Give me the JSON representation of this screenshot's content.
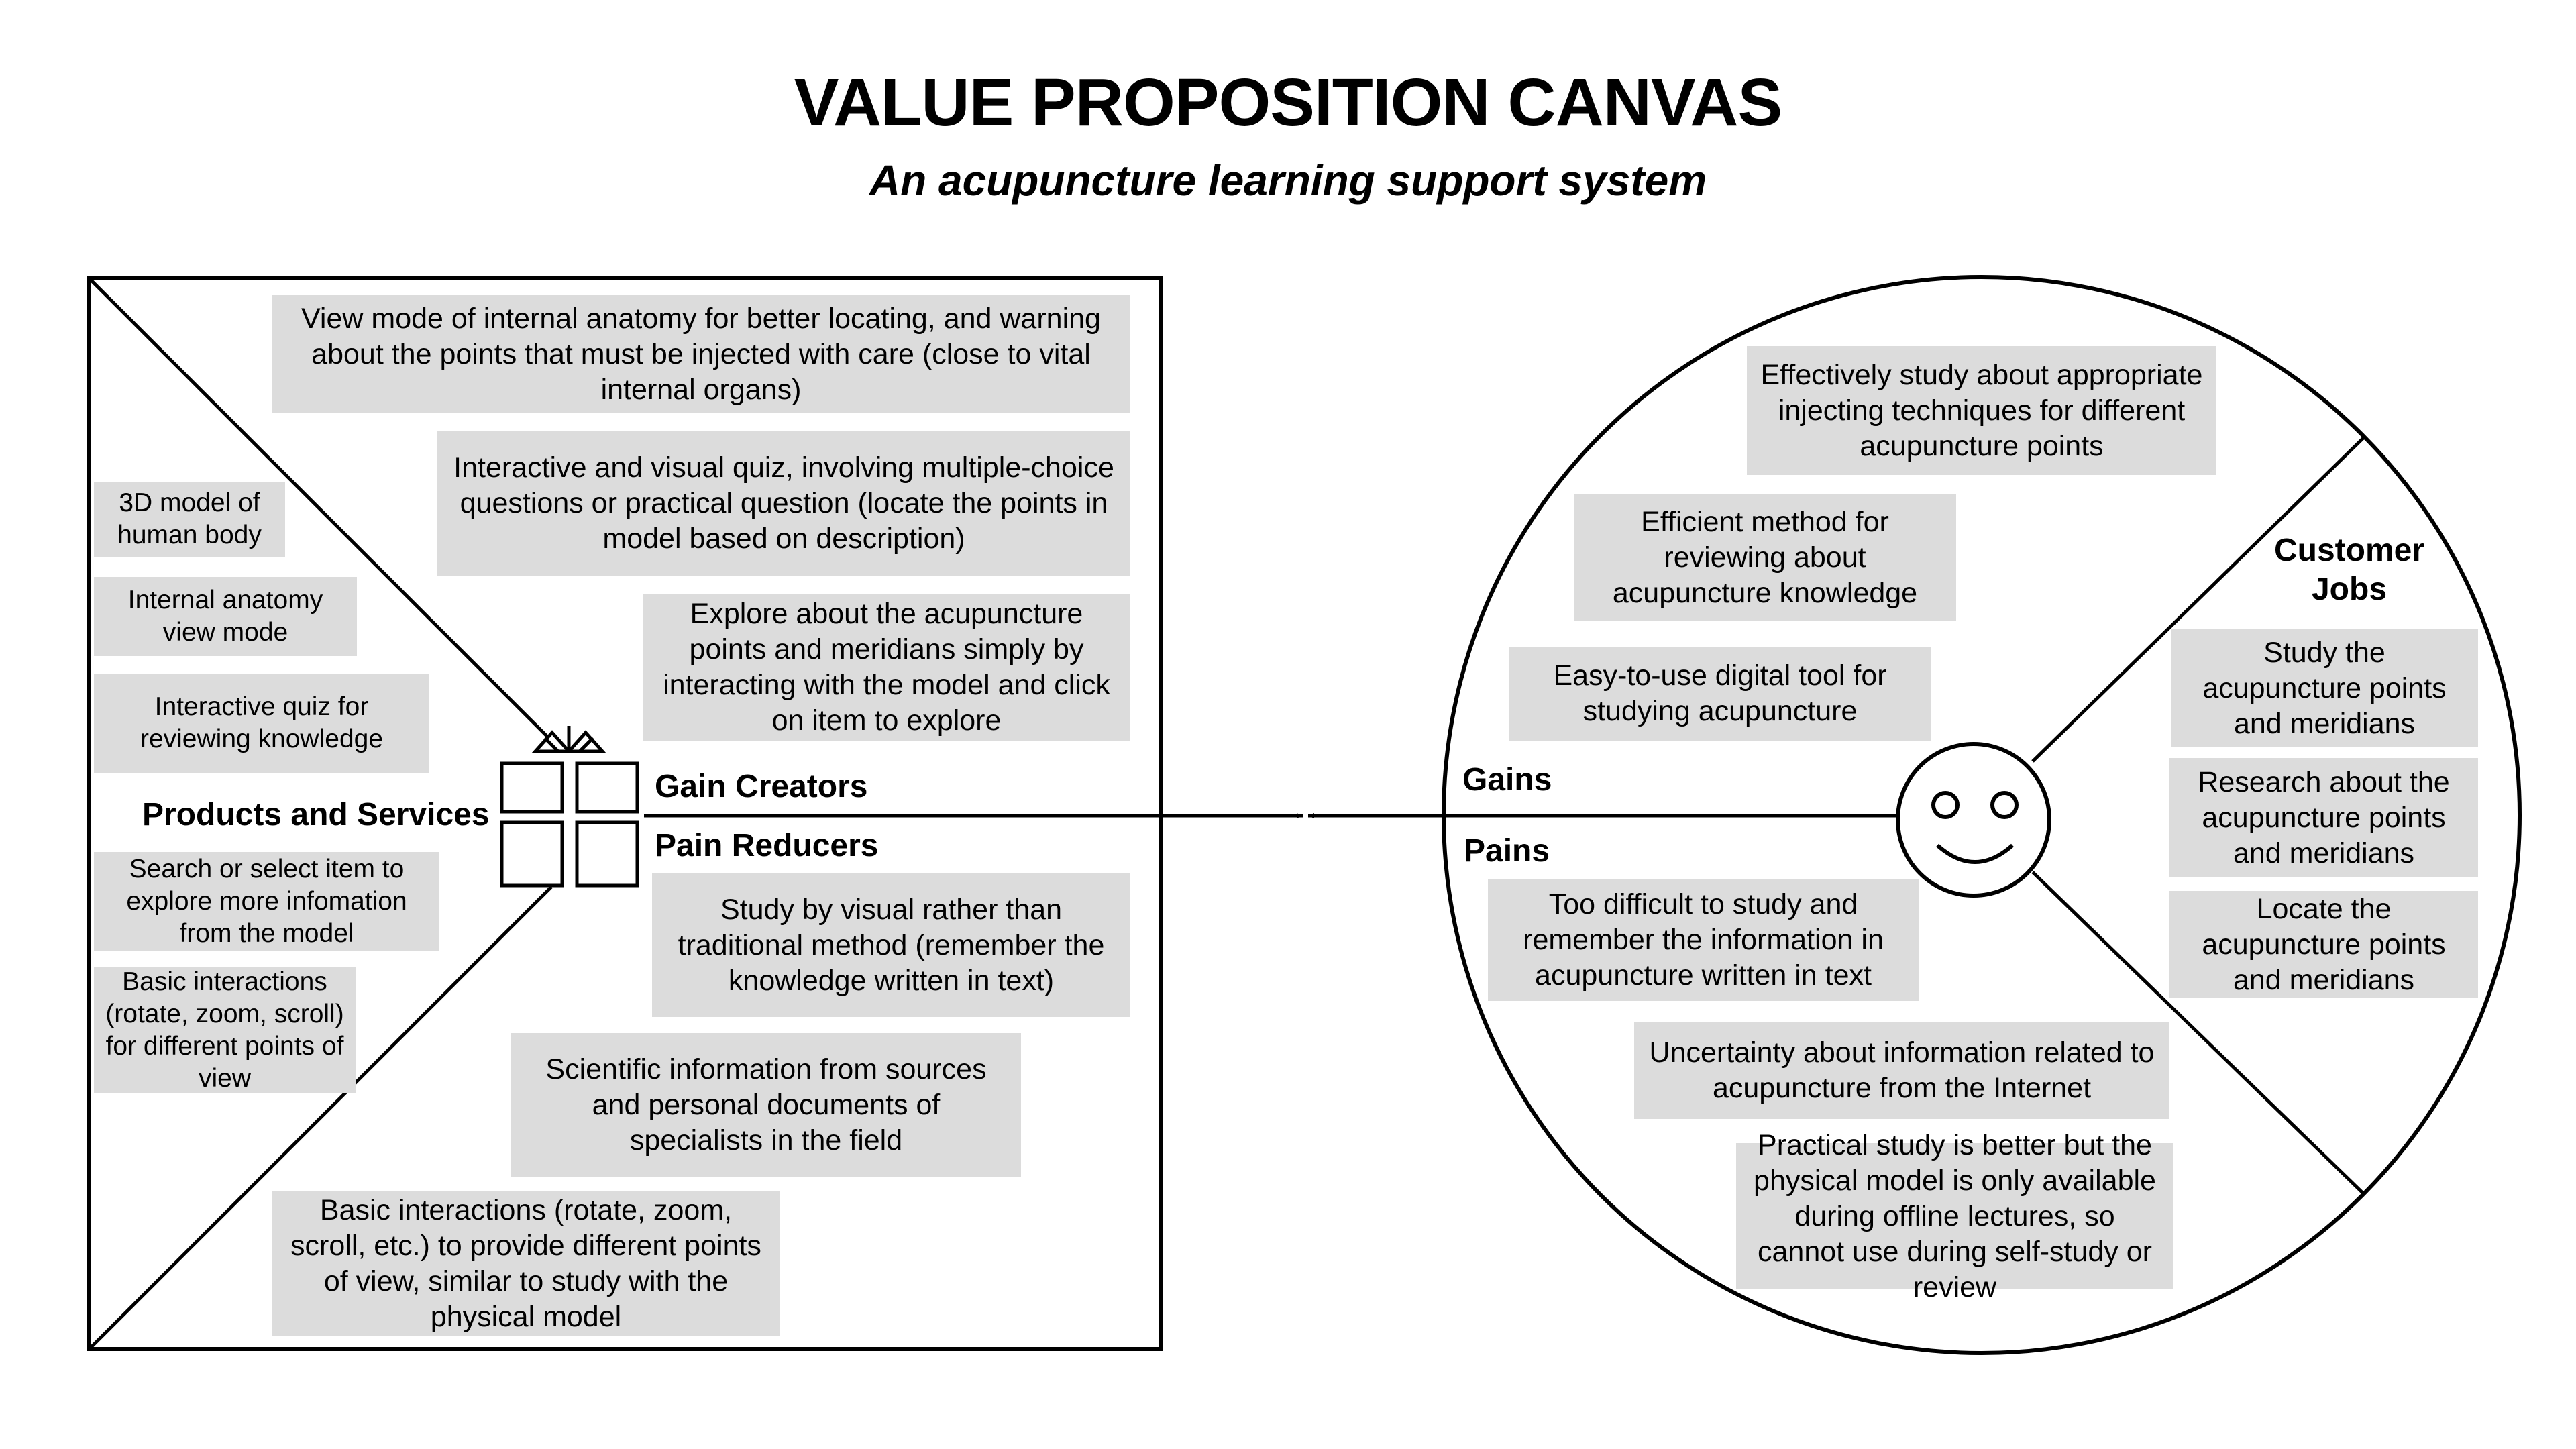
{
  "title": "VALUE PROPOSITION CANVAS",
  "subtitle": "An acupuncture learning support system",
  "value_map": {
    "products_label": "Products and Services",
    "gain_creators_label": "Gain Creators",
    "pain_relievers_label": "Pain Reducers",
    "products": [
      "3D model of human body",
      "Internal anatomy view mode",
      "Interactive quiz for reviewing knowledge",
      "Search or select item to explore more infomation from the model",
      "Basic interactions (rotate, zoom, scroll) for different points of view"
    ],
    "gain_creators": [
      "View mode of internal anatomy for better locating, and warning about the points that must be injected with care (close to vital internal organs)",
      "Interactive and visual quiz, involving multiple-choice questions or practical question (locate the points in model based on description)",
      "Explore about the acupuncture points and meridians simply by interacting with the model and click on item to explore"
    ],
    "pain_relievers": [
      "Study by visual rather than traditional method (remember the knowledge written in text)",
      "Scientific information from sources and personal documents of specialists in the field",
      "Basic interactions (rotate, zoom, scroll, etc.) to provide different points of view, similar to study with the physical model"
    ]
  },
  "customer_profile": {
    "gains_label": "Gains",
    "pains_label": "Pains",
    "jobs_label": "Customer Jobs",
    "gains": [
      "Effectively study about appropriate injecting techniques for different  acupuncture points",
      "Efficient method for reviewing about acupuncture knowledge",
      "Easy-to-use digital tool for studying acupuncture"
    ],
    "pains": [
      "Too difficult to study and remember the information in acupuncture written in text",
      "Uncertainty about information related to acupuncture from the Internet",
      "Practical study is better but the physical model is only available during offline lectures, so cannot use during self-study or review"
    ],
    "jobs": [
      "Study the acupuncture points and meridians",
      "Research about the acupuncture points and meridians",
      "Locate the acupuncture points and meridians"
    ]
  },
  "icons": {
    "gift": "gift-icon",
    "customer": "smiley-face-icon"
  }
}
